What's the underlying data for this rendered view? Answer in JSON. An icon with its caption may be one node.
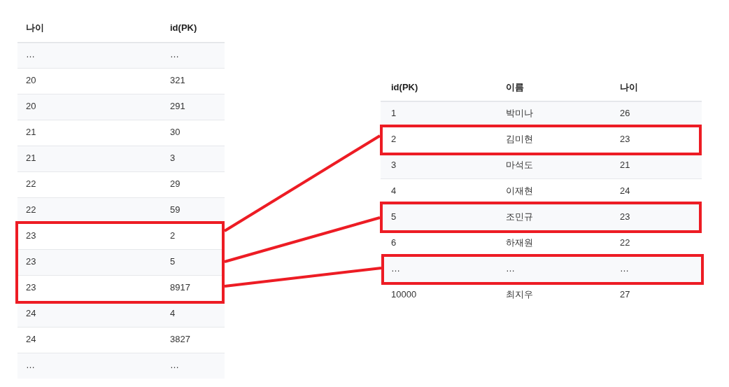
{
  "diagram": {
    "nodes": [
      {
        "text": [
          "23",
          "2",
          "23",
          "5",
          "23",
          "8917"
        ]
      },
      {
        "text": [
          "2",
          "김미현",
          "23"
        ]
      },
      {
        "text": [
          "5",
          "조민규",
          "23"
        ]
      },
      {
        "text": [
          "…",
          "…",
          "…"
        ]
      }
    ],
    "edges": [
      {
        "from": 0,
        "to": 1,
        "arrow": "none"
      },
      {
        "from": 0,
        "to": 2,
        "arrow": "none"
      },
      {
        "from": 0,
        "to": 3,
        "arrow": "none"
      }
    ],
    "labels": [
      "나이",
      "id(PK)",
      "…",
      "…",
      "20",
      "321",
      "20",
      "291",
      "21",
      "30",
      "21",
      "3",
      "22",
      "29",
      "22",
      "59",
      "24",
      "4",
      "24",
      "3827",
      "…",
      "…",
      "id(PK)",
      "이름",
      "나이",
      "1",
      "박미나",
      "26",
      "3",
      "마석도",
      "21",
      "4",
      "이재현",
      "24",
      "6",
      "하재원",
      "22",
      "10000",
      "최지우",
      "27"
    ]
  }
}
